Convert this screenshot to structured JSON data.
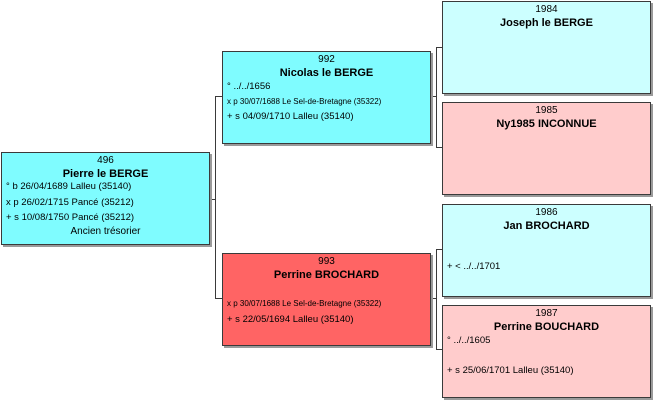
{
  "people": {
    "p496": {
      "num": "496",
      "name": "Pierre le BERGE",
      "birth": "° b 26/04/1689 Lalleu (35140)",
      "marriage": "x p 26/02/1715 Pancé (35212)",
      "death": "+ s 10/08/1750 Pancé (35212)",
      "occupation": "Ancien trésorier"
    },
    "p992": {
      "num": "992",
      "name": "Nicolas le BERGE",
      "birth": "° ../../1656",
      "marriage": "x p 30/07/1688 Le Sel-de-Bretagne (35322)",
      "death": "+ s 04/09/1710 Lalleu (35140)"
    },
    "p993": {
      "num": "993",
      "name": "Perrine BROCHARD",
      "marriage": "x p 30/07/1688 Le Sel-de-Bretagne (35322)",
      "death": "+ s 22/05/1694 Lalleu (35140)"
    },
    "p1984": {
      "num": "1984",
      "name": "Joseph le BERGE"
    },
    "p1985": {
      "num": "1985",
      "name": "Ny1985 INCONNUE"
    },
    "p1986": {
      "num": "1986",
      "name": "Jan BROCHARD",
      "death": "+ < ../../1701"
    },
    "p1987": {
      "num": "1987",
      "name": "Perrine BOUCHARD",
      "birth": "° ../../1605",
      "death": "+ s 25/06/1701 Lalleu (35140)"
    }
  },
  "colors": {
    "male_root": "#7ffcff",
    "female_parent": "#ff6464",
    "male_ancestor": "#ccffff",
    "female_ancestor": "#ffcccc"
  }
}
